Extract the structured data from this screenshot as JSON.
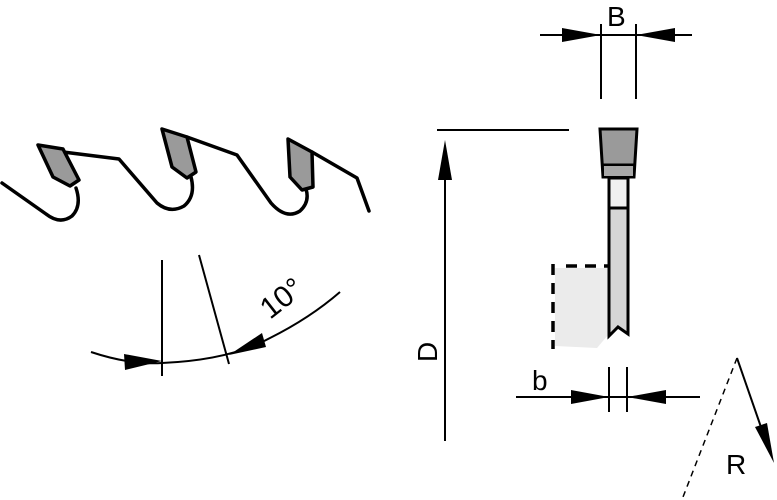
{
  "labels": {
    "width_label": "B",
    "plate_label": "b",
    "diameter_label": "D",
    "rotation_label": "R",
    "angle_label": "10°"
  },
  "colors": {
    "tip": "#9a9a9a",
    "tip_band": "#a8a8a8",
    "shank_upper": "#f0f0f0",
    "shank": "#d6d6d6",
    "workpiece": "#ebebeb"
  }
}
